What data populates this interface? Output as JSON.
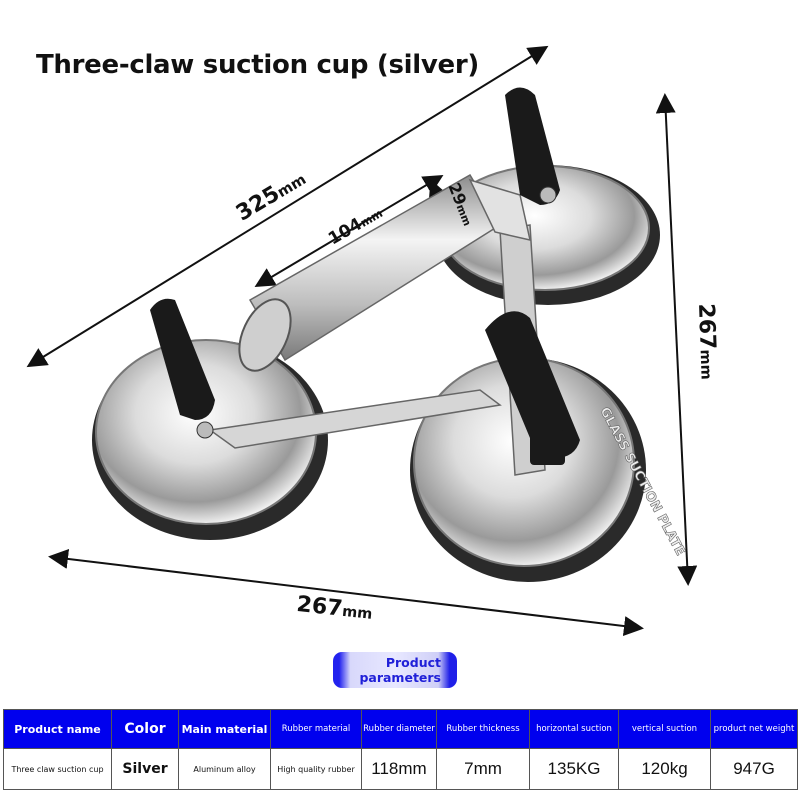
{
  "title": "Three-claw suction cup (silver)",
  "dimensions": {
    "overall_length": {
      "value": "325",
      "unit": "mm"
    },
    "tube_length": {
      "value": "104",
      "unit": "mm"
    },
    "tube_diameter": {
      "value": "29",
      "unit": "mm"
    },
    "height": {
      "value": "267",
      "unit": "mm"
    },
    "width": {
      "value": "267",
      "unit": "mm"
    }
  },
  "product_image": {
    "embossed_text": "GLASS SUCTION PLATE",
    "colors": {
      "metal": "#d9d9d9",
      "rubber": "#2a2a2a",
      "handle": "#1a1a1a"
    }
  },
  "badge": {
    "line1": "Product",
    "line2": "parameters"
  },
  "table": {
    "header_color": "#0000ee",
    "columns": [
      "Product name",
      "Color",
      "Main material",
      "Rubber material",
      "Rubber diameter",
      "Rubber thickness",
      "horizontal suction",
      "vertical suction",
      "product net weight"
    ],
    "rows": [
      {
        "product_name": "Three claw suction cup",
        "color": "Silver",
        "main_material": "Aluminum alloy",
        "rubber_material": "High quality rubber",
        "rubber_diameter": "118mm",
        "rubber_thickness": "7mm",
        "horizontal_suction": "135KG",
        "vertical_suction": "120kg",
        "net_weight": "947G"
      }
    ]
  }
}
